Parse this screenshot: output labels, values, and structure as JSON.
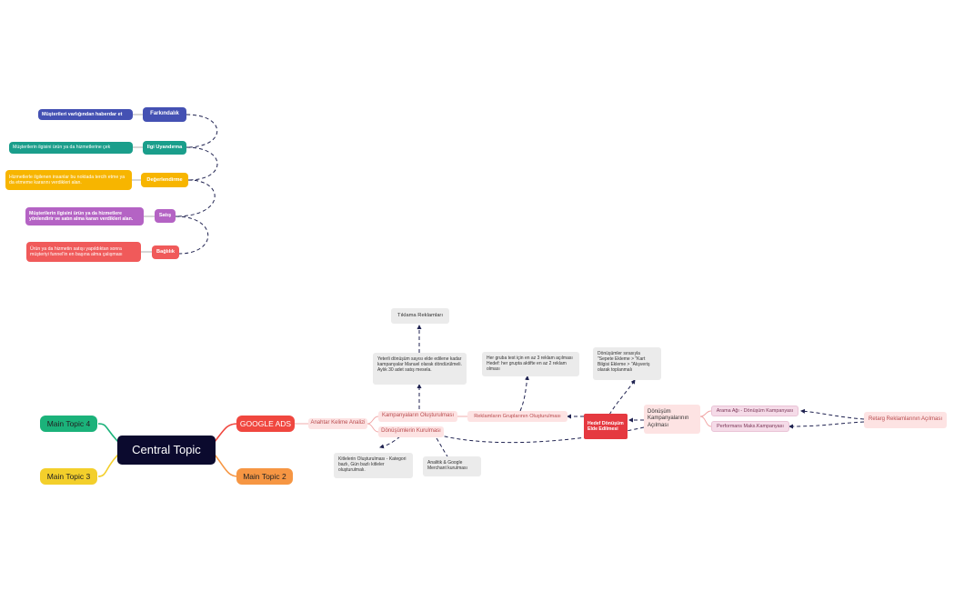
{
  "central": "Central Topic",
  "main_topics": {
    "topic4": "Main Topic 4",
    "topic3": "Main Topic 3",
    "topic2": "Main Topic 2",
    "google_ads": "GOOGLE ADS"
  },
  "funnel": [
    {
      "stage": "Farkındalık",
      "description": "Müşterileri varlığından haberdar et",
      "color": "#4451b3"
    },
    {
      "stage": "Ilgi Uyandırma",
      "description": "Müşterilerin ilgisini ürün ya da hizmetlerine çek",
      "color": "#1a9e8b"
    },
    {
      "stage": "Değerlendirme",
      "description": "Hizmetlerle ilgilenen insanlar bu noktada tercih etme ya da etmeme kararını verdikleri alan.",
      "color": "#f7b500"
    },
    {
      "stage": "Satış",
      "description": "Müşterilerin ilgisini ürün ya da hizmetlere yönlendirir ve satın alma kararı verdikleri alan.",
      "color": "#b463c4"
    },
    {
      "stage": "Bağlılık",
      "description": "Ürün ya da hizmetin satışı yapıldıktan sonra müşteriyi funnel'in en başına alma çalışması",
      "color": "#f05a5a"
    }
  ],
  "ads": {
    "anahtar": "Anahtar Kelime Analizi",
    "kampanya": "Kampanyaların Oluşturulması",
    "donusum_kurulum": "Dönüşümlerin Kurulması",
    "gruplar": "Reklamların Gruplarının Oluşturulması",
    "hedef": "Hedef Dönüşüm Elde Edilmesi",
    "donusum_acilisi": "Dönüşüm Kampanyalarının Açılması",
    "arama_agi": "Arama Ağı - Dönüşüm Kampanyası",
    "performans": "Performans Maks.Kampanyası",
    "retarg": "Retarg Reklamlarının Açılması",
    "tiklama": "Tıklama Reklamları",
    "note_manuel": "Yeterli dönüşüm sayısı elde edilene kadar kampanyalar Manuel olarak döndürülmeli. Aylık 30 adet satış mesela.",
    "note_grup": "Her gruba test için en az 3 reklam açılması Hedef: her grupta aktifte en az 2 reklam olması",
    "note_sira": "Dönüşümler sırasıyla \"Sepete Ekleme > \"Kart Bilgisi Ekleme > \"Alışveriş olarak toplanmalı",
    "note_kitle": "Kitlelerin Oluşturulması - Kategori bazlı, Gün bazlı kitleler oluşturulmalı.",
    "note_analitik": "Analitik & Google Merchant kurulması"
  },
  "colors": {
    "central_bg": "#0b0a2e",
    "topic4": "#1bb27a",
    "topic3": "#f3cf2b",
    "topic2": "#f69643",
    "google_ads": "#f0473f",
    "hedef": "#e53940",
    "dash_line": "#1f2250"
  }
}
